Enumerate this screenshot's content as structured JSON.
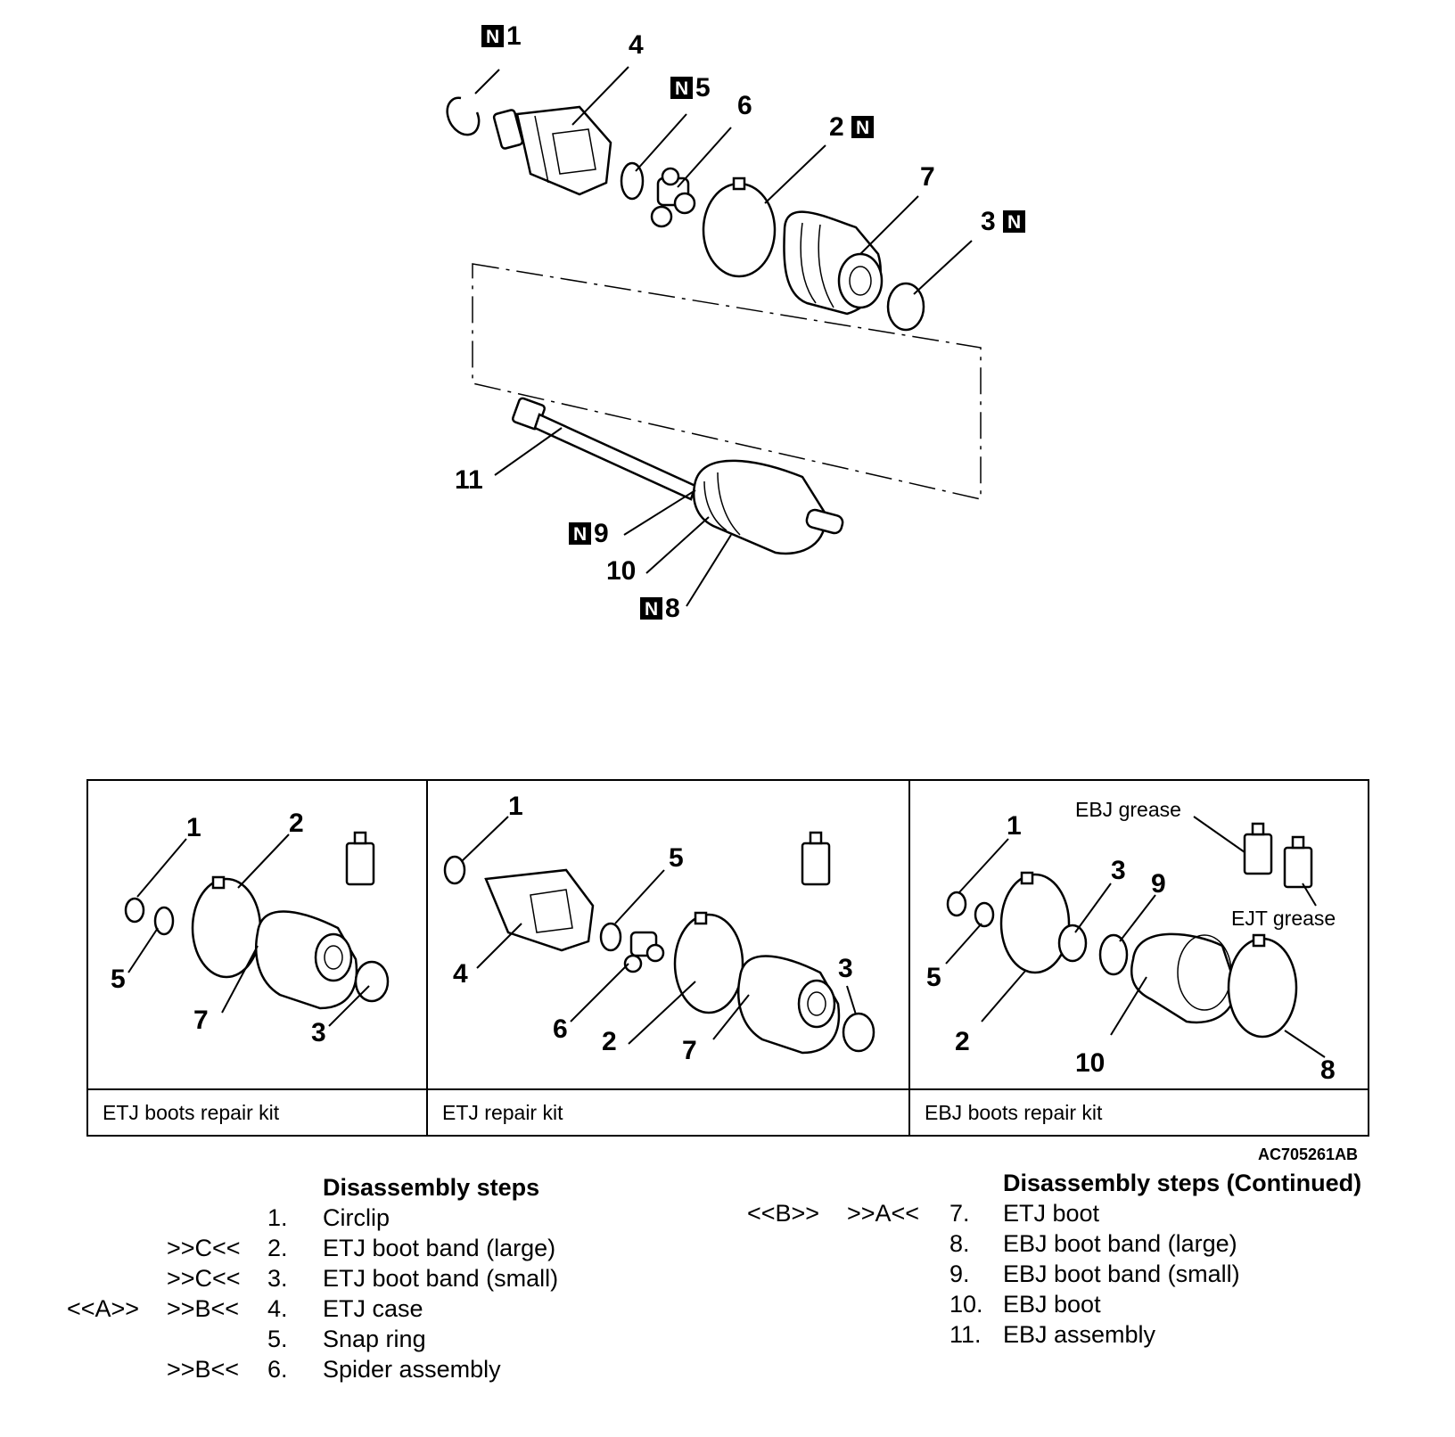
{
  "main_callouts": [
    {
      "num": "1",
      "new_part": true
    },
    {
      "num": "4",
      "new_part": false
    },
    {
      "num": "5",
      "new_part": true
    },
    {
      "num": "6",
      "new_part": false
    },
    {
      "num": "2",
      "new_part": true
    },
    {
      "num": "7",
      "new_part": false
    },
    {
      "num": "3",
      "new_part": true
    },
    {
      "num": "11",
      "new_part": false
    },
    {
      "num": "9",
      "new_part": true
    },
    {
      "num": "10",
      "new_part": false
    },
    {
      "num": "8",
      "new_part": true
    }
  ],
  "new_mark": "N",
  "kits": [
    {
      "caption": "ETJ boots repair kit",
      "callouts": [
        "1",
        "2",
        "5",
        "7",
        "3"
      ]
    },
    {
      "caption": "ETJ repair kit",
      "callouts": [
        "1",
        "5",
        "4",
        "3",
        "6",
        "2",
        "7"
      ]
    },
    {
      "caption": "EBJ boots repair kit",
      "callouts": [
        "1",
        "3",
        "9",
        "5",
        "2",
        "10",
        "8"
      ],
      "grease_labels": [
        "EBJ grease",
        "EJT grease"
      ]
    }
  ],
  "figure_code": "AC705261AB",
  "steps_left": {
    "heading": "Disassembly steps",
    "rows": [
      {
        "col1": "",
        "col2": "",
        "num": "1.",
        "text": "Circlip"
      },
      {
        "col1": "",
        "col2": ">>C<<",
        "num": "2.",
        "text": "ETJ boot band (large)"
      },
      {
        "col1": "",
        "col2": ">>C<<",
        "num": "3.",
        "text": "ETJ boot band (small)"
      },
      {
        "col1": "<<A>>",
        "col2": ">>B<<",
        "num": "4.",
        "text": "ETJ case"
      },
      {
        "col1": "",
        "col2": "",
        "num": "5.",
        "text": "Snap ring"
      },
      {
        "col1": "",
        "col2": ">>B<<",
        "num": "6.",
        "text": "Spider assembly"
      }
    ]
  },
  "steps_right": {
    "heading": "Disassembly steps (Continued)",
    "rows": [
      {
        "col1": "<<B>>",
        "col2": ">>A<<",
        "num": "7.",
        "text": "ETJ boot"
      },
      {
        "col1": "",
        "col2": "",
        "num": "8.",
        "text": "EBJ boot band (large)"
      },
      {
        "col1": "",
        "col2": "",
        "num": "9.",
        "text": "EBJ boot band (small)"
      },
      {
        "col1": "",
        "col2": "",
        "num": "10.",
        "text": "EBJ boot"
      },
      {
        "col1": "",
        "col2": "",
        "num": "11.",
        "text": "EBJ assembly"
      }
    ]
  }
}
